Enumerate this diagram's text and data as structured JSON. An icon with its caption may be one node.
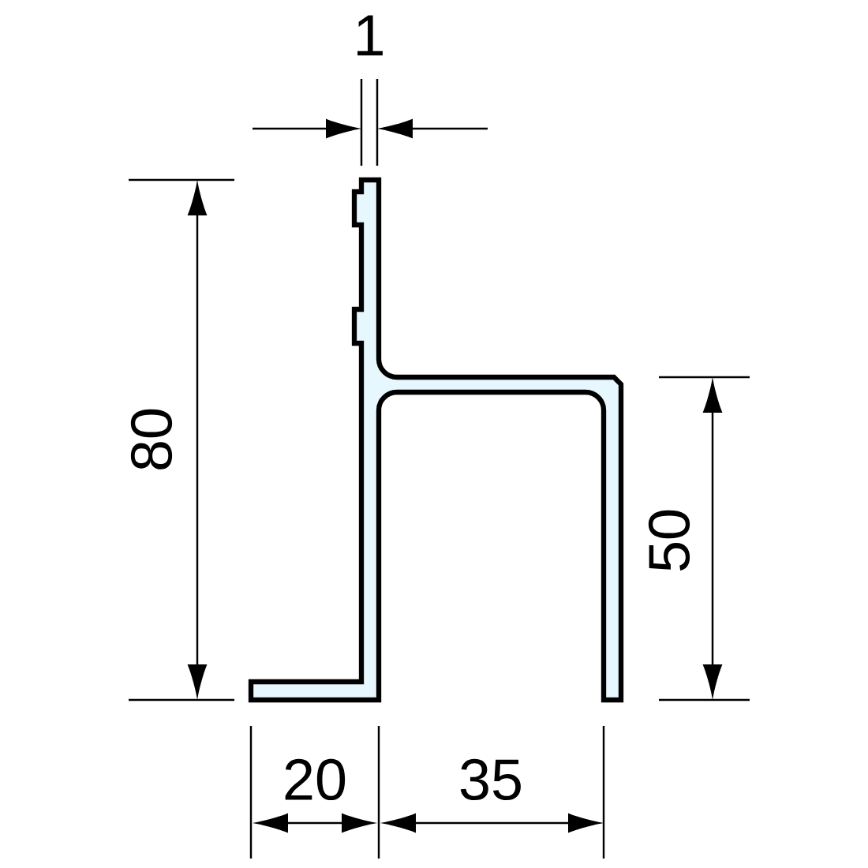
{
  "diagram": {
    "labels": [
      "1",
      "80",
      "50",
      "20",
      "35"
    ]
  }
}
